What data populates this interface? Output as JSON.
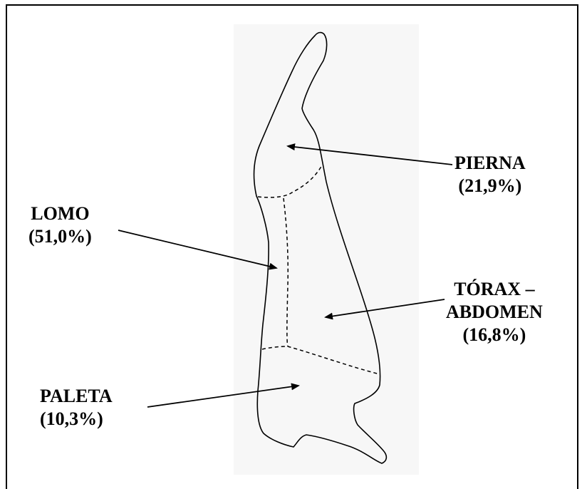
{
  "diagram": {
    "regions": [
      {
        "key": "pierna",
        "name": "PIERNA",
        "value": "(21,9%)"
      },
      {
        "key": "lomo",
        "name": "LOMO",
        "value": "(51,0%)"
      },
      {
        "key": "torax",
        "name_line1": "TÓRAX –",
        "name_line2": "ABDOMEN",
        "value": "(16,8%)"
      },
      {
        "key": "paleta",
        "name": "PALETA",
        "value": "(10,3%)"
      }
    ]
  }
}
